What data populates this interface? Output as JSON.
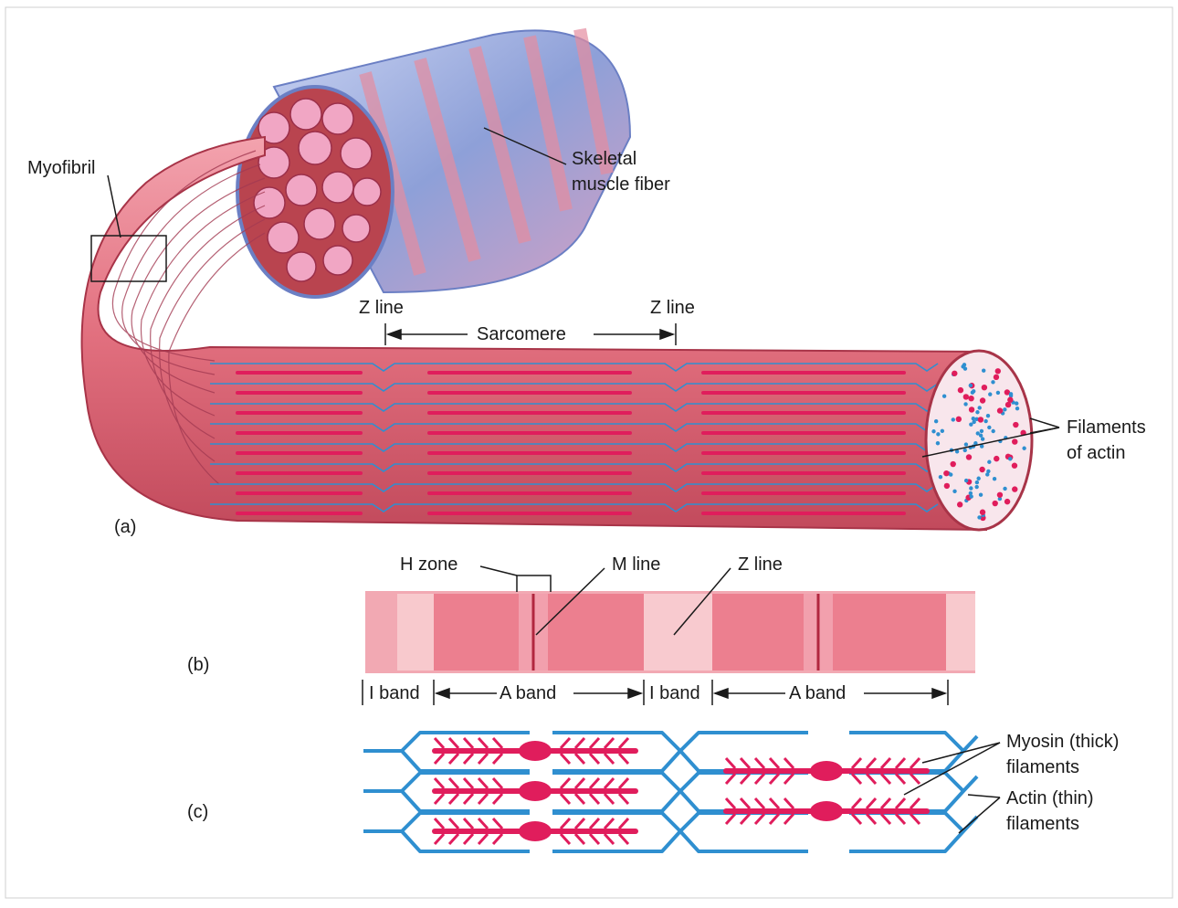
{
  "labels": {
    "myofibril": "Myofibril",
    "skeletal_line1": "Skeletal",
    "skeletal_line2": "muscle fiber",
    "z_line_left": "Z line",
    "z_line_right": "Z line",
    "sarcomere": "Sarcomere",
    "filaments_line1": "Filaments",
    "filaments_line2": "of actin",
    "h_zone": "H zone",
    "m_line": "M line",
    "z_line_b": "Z line",
    "i_band_1": "I band",
    "a_band_1": "A band",
    "i_band_2": "I band",
    "a_band_2": "A band",
    "myosin_line1": "Myosin (thick)",
    "myosin_line2": "filaments",
    "actin_line1": "Actin (thin)",
    "actin_line2": "filaments"
  },
  "panels": {
    "a": "(a)",
    "b": "(b)",
    "c": "(c)"
  },
  "colors": {
    "muscle_red": "#d65a6e",
    "muscle_pink": "#ef9aa6",
    "myosin_magenta": "#e01d5c",
    "actin_blue": "#2f8fd0",
    "sheath_blue": "#a9b8e6",
    "band_light": "#f7c4c8",
    "band_dark": "#ec8795"
  }
}
